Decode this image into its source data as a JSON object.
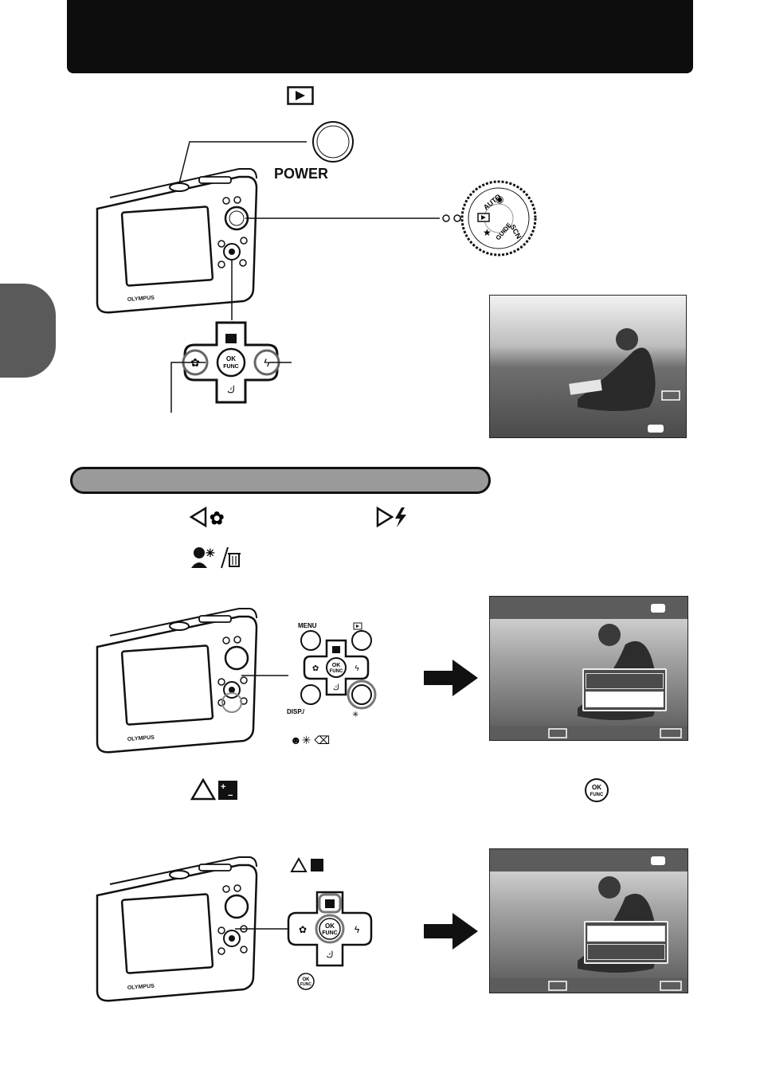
{
  "labels": {
    "power": "POWER",
    "menu": "MENU",
    "disp": "DISP./",
    "ok": "OK",
    "func": "FUNC",
    "brand": "OLYMPUS",
    "dial_auto": "AUTO",
    "dial_scn": "SCN",
    "dial_guide": "GUIDE"
  },
  "icons": {
    "playback": "playback-button-icon",
    "left_macro": "left-arrow-macro-icon",
    "right_flash": "right-arrow-flash-icon",
    "shadow_erase": "shadow-adjust-erase-icon",
    "up_exposure": "up-arrow-exposure-icon",
    "ok_func": "ok-func-button-icon"
  },
  "colors": {
    "title_bar": "#0d0d0d",
    "side_tab": "#5a5a5a",
    "section_bar": "#9a9a9a"
  }
}
